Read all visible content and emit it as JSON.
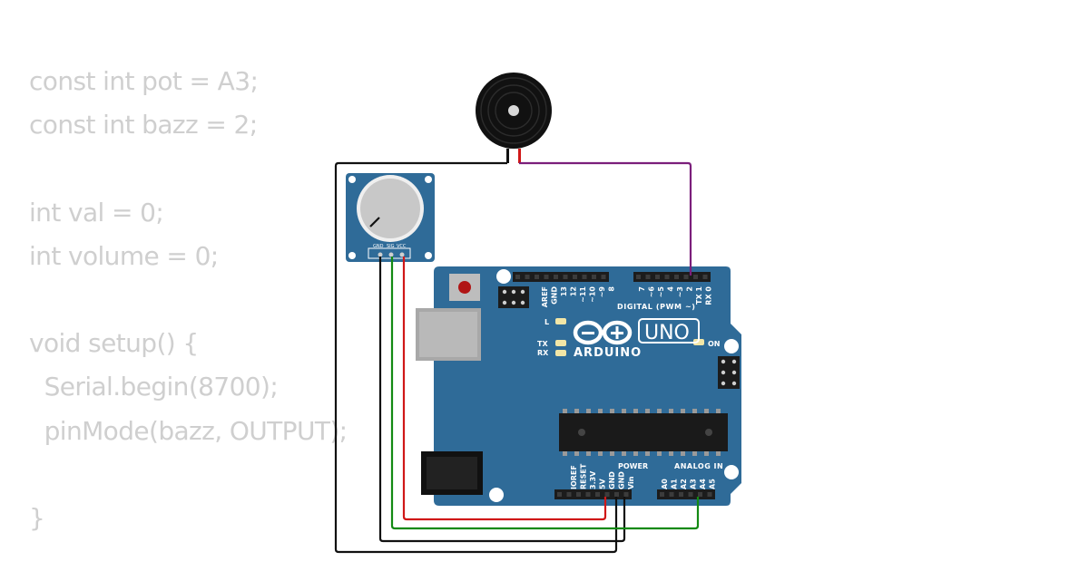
{
  "code_lines": [
    "const int pot = A3;",
    "const int bazz = 2;",
    "",
    "int val = 0;",
    "int volume = 0;",
    "",
    "void setup() {",
    "  Serial.begin(8700);",
    "  pinMode(bazz, OUTPUT);",
    "",
    "}"
  ],
  "board": {
    "logo": "ARDUINO",
    "model": "UNO",
    "on_label": "ON",
    "led_l": "L",
    "led_tx": "TX",
    "led_rx": "RX",
    "digital_label": "DIGITAL (PWM ~)",
    "power_label": "POWER",
    "analog_label": "ANALOG IN",
    "digital_pins": [
      "AREF",
      "GND",
      "13",
      "12",
      "~11",
      "~10",
      "~9",
      "8",
      "7",
      "~6",
      "~5",
      "4",
      "~3",
      "2",
      "TX 1",
      "RX 0"
    ],
    "power_pins": [
      "IOREF",
      "RESET",
      "3.3V",
      "5V",
      "GND",
      "GND",
      "Vin"
    ],
    "analog_pins": [
      "A0",
      "A1",
      "A2",
      "A3",
      "A4",
      "A5"
    ]
  },
  "potentiometer": {
    "pins": [
      "GND",
      "SIG",
      "VCC"
    ]
  },
  "colors": {
    "board": "#2f6b98",
    "wire_black": "#111111",
    "wire_red": "#d01818",
    "wire_green": "#138a13",
    "wire_purple": "#7b1f7b",
    "code_text": "#cfcfcf"
  }
}
